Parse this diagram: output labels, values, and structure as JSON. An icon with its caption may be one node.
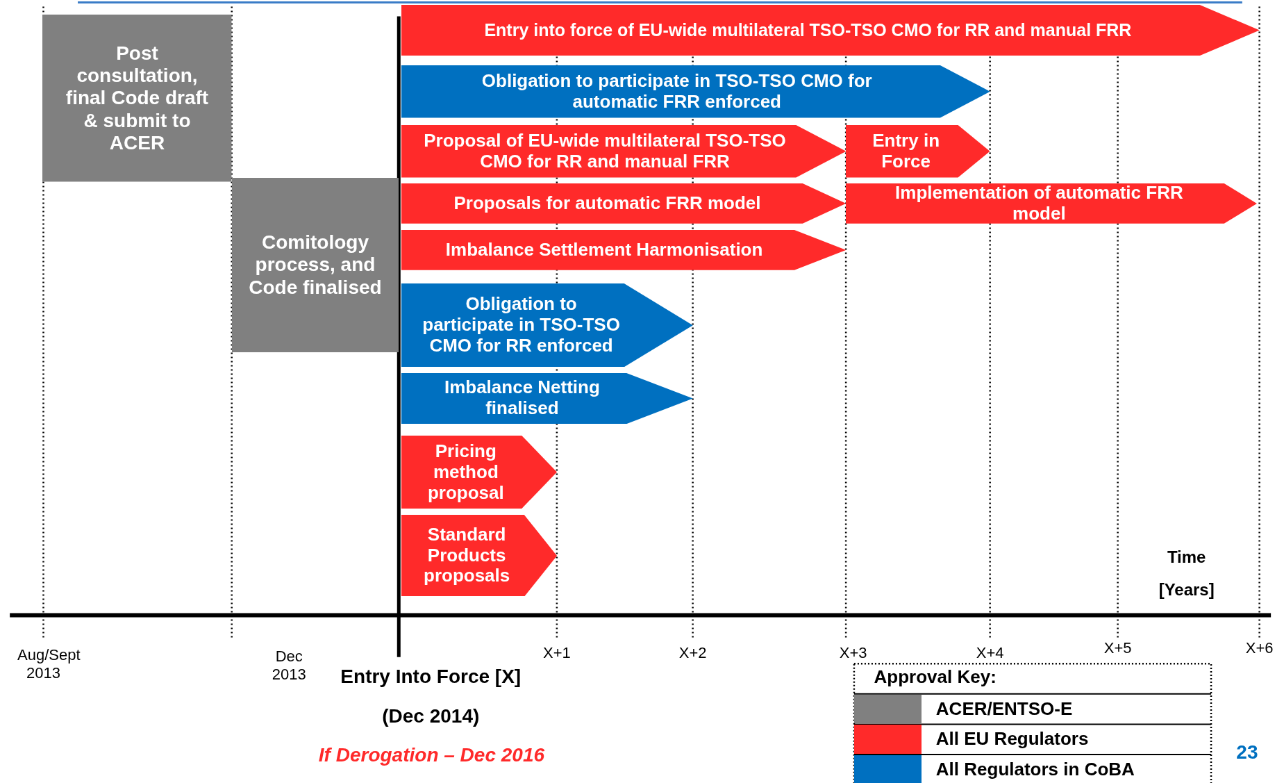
{
  "diagram": {
    "nodes": [
      {
        "text": [
          "Post consultation, final Code draft & submit to ACER"
        ]
      },
      {
        "text": [
          "Comitology process, and Code finalised"
        ]
      },
      {
        "text": [
          "Entry into force of EU-wide multilateral TSO-TSO CMO for RR and manual FRR"
        ]
      },
      {
        "text": [
          "Obligation to participate in TSO-TSO CMO for automatic FRR enforced"
        ]
      },
      {
        "text": [
          "Proposal of EU-wide multilateral TSO-TSO CMO for RR and manual FRR"
        ]
      },
      {
        "text": [
          "Entry in Force"
        ]
      },
      {
        "text": [
          "Proposals for automatic FRR model"
        ]
      },
      {
        "text": [
          "Implementation of automatic FRR model"
        ]
      },
      {
        "text": [
          "Imbalance Settlement Harmonisation"
        ]
      },
      {
        "text": [
          "Obligation to participate in TSO-TSO CMO for RR enforced"
        ]
      },
      {
        "text": [
          "Imbalance Netting finalised"
        ]
      },
      {
        "text": [
          "Pricing method proposal"
        ]
      },
      {
        "text": [
          "Standard Products proposals"
        ]
      }
    ],
    "labels": [
      "Time",
      "[Years]",
      "Aug/Sept 2013",
      "Dec 2013",
      "X+1",
      "X+2",
      "X+3",
      "X+4",
      "X+5",
      "X+6",
      "Entry Into Force [X]",
      "(Dec 2014)",
      "If Derogation – Dec 2016",
      "Approval Key:",
      "23"
    ],
    "legend": [
      {
        "text": "ACER/ENTSO-E",
        "color": "#808080"
      },
      {
        "text": "All EU Regulators",
        "color": "#ff2a2a"
      },
      {
        "text": "All Regulators in CoBA",
        "color": "#0070c0"
      }
    ]
  }
}
